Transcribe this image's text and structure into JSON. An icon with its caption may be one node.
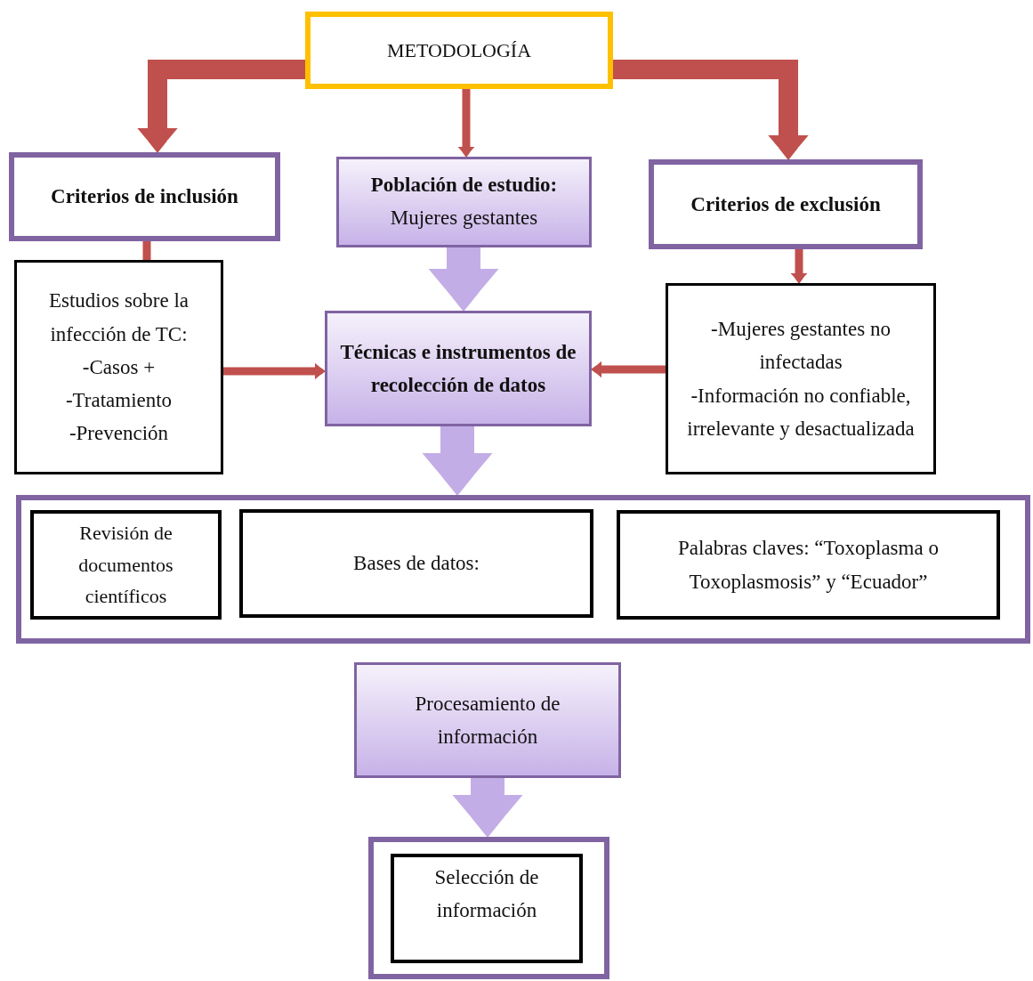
{
  "diagram": {
    "nodes": [
      {
        "text": [
          "METODOLOGÍA"
        ]
      },
      {
        "text": [
          "Criterios de inclusión"
        ]
      },
      {
        "text": [
          "Población de estudio:",
          "Mujeres gestantes"
        ]
      },
      {
        "text": [
          "Criterios de exclusión"
        ]
      },
      {
        "text": [
          "Estudios sobre la infección de TC:",
          "-Casos +",
          "-Tratamiento",
          "-Prevención"
        ]
      },
      {
        "text": [
          "Técnicas e instrumentos de recolección de datos"
        ]
      },
      {
        "text": [
          "-Mujeres gestantes no infectadas",
          "-Información no confiable, irrelevante y desactualizada"
        ]
      },
      {
        "text": [],
        "shape": "box"
      },
      {
        "text": [
          "Revisión de documentos científicos"
        ],
        "in": 7
      },
      {
        "text": [
          "Bases de datos:"
        ],
        "in": 7
      },
      {
        "text": [
          "Palabras claves: “Toxoplasma o Toxoplasmosis” y “Ecuador”"
        ],
        "in": 7
      },
      {
        "text": [
          "Procesamiento de información"
        ]
      },
      {
        "text": [],
        "shape": "box"
      },
      {
        "text": [
          "Selección de información"
        ],
        "in": 12
      }
    ],
    "edges": [
      {
        "from": 0,
        "to": 1,
        "arrow": "to",
        "style": "thick"
      },
      {
        "from": 0,
        "to": 2,
        "arrow": "to"
      },
      {
        "from": 0,
        "to": 3,
        "arrow": "to",
        "style": "thick"
      },
      {
        "from": 1,
        "to": 4,
        "arrow": "none"
      },
      {
        "from": 3,
        "to": 6,
        "arrow": "to"
      },
      {
        "from": 4,
        "to": 5,
        "arrow": "to"
      },
      {
        "from": 6,
        "to": 5,
        "arrow": "to"
      },
      {
        "from": 2,
        "to": 5,
        "arrow": "to",
        "style": "thick",
        "color": "#c3ade6"
      },
      {
        "from": 5,
        "to": 7,
        "arrow": "to",
        "style": "thick",
        "color": "#c3ade6"
      },
      {
        "from": 11,
        "to": 12,
        "arrow": "to",
        "style": "thick",
        "color": "#c3ade6"
      }
    ]
  }
}
